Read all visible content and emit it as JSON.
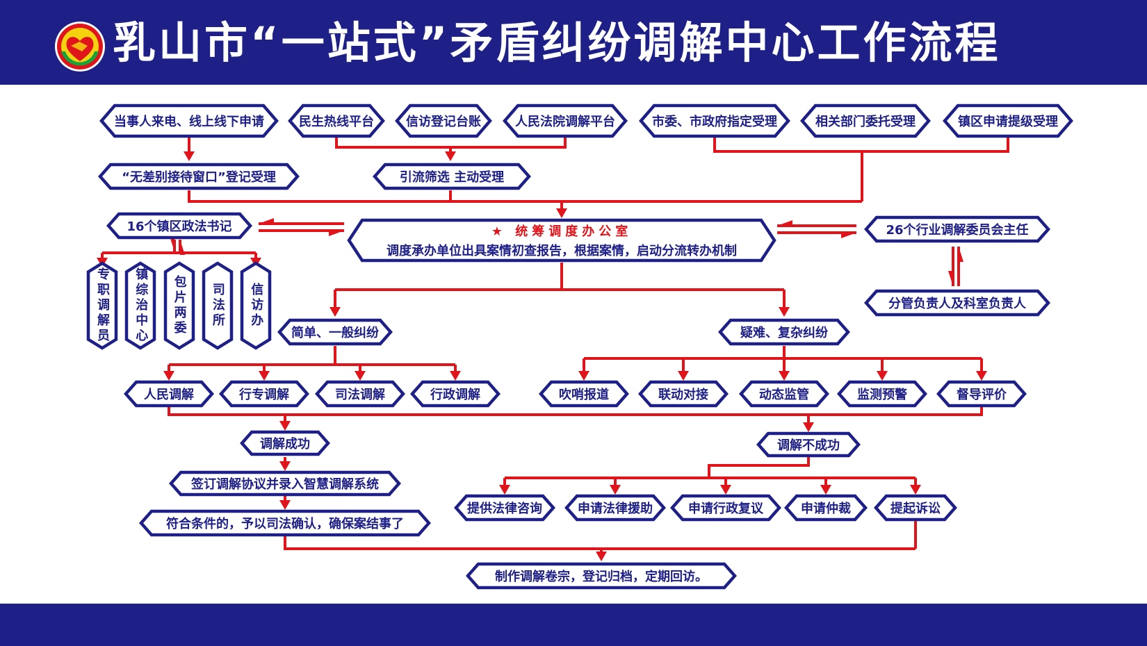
{
  "header": {
    "title": "乳山市“一站式”矛盾纠纷调解中心工作流程",
    "logo": "people-mediation-emblem-icon"
  },
  "colors": {
    "navy": "#1e2087",
    "red": "#e0141b",
    "white": "#ffffff"
  },
  "sources": {
    "walk_in": "当事人来电、线上线下申请",
    "hotline": "民生热线平台",
    "petition": "信访登记台账",
    "court": "人民法院调解平台",
    "city_gov": "市委、市政府指定受理",
    "departments": "相关部门委托受理",
    "towns": "镇区申请提级受理"
  },
  "intake": {
    "window": "“无差别接待窗口”登记受理",
    "screening": "引流筛选  主动受理"
  },
  "center": {
    "star": "★",
    "title": "统筹调度办公室",
    "desc": "调度承办单位出具案情初查报告，根据案情，启动分流转办机制"
  },
  "left_branch": {
    "secretaries": "16个镇区政法书记",
    "units": [
      "专职调解员",
      "镇综治中心",
      "包片两委",
      "司法所",
      "信访办"
    ]
  },
  "right_branch": {
    "committee": "26个行业调解委员会主任",
    "heads": "分管负责人及科室负责人"
  },
  "simple": {
    "label": "简单、一般纠纷",
    "methods": [
      "人民调解",
      "行专调解",
      "司法调解",
      "行政调解"
    ]
  },
  "complex": {
    "label": "疑难、复杂纠纷",
    "methods": [
      "吹哨报道",
      "联动对接",
      "动态监管",
      "监测预警",
      "督导评价"
    ]
  },
  "success": {
    "label": "调解成功",
    "step1": "签订调解协议并录入智慧调解系统",
    "step2": "符合条件的，予以司法确认，确保案结事了"
  },
  "failure": {
    "label": "调解不成功",
    "options": [
      "提供法律咨询",
      "申请法律援助",
      "申请行政复议",
      "申请仲裁",
      "提起诉讼"
    ]
  },
  "final": "制作调解卷宗，登记归档，定期回访。"
}
